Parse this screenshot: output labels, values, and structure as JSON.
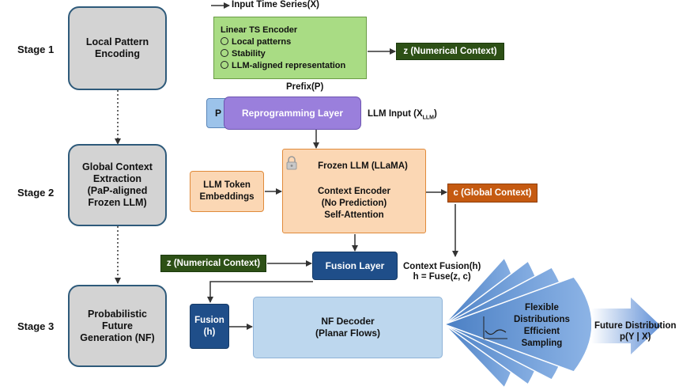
{
  "top_legend": "Input Time Series(X)",
  "stages": [
    {
      "label": "Stage 1",
      "box_lines": [
        "Local Pattern",
        "Encoding"
      ]
    },
    {
      "label": "Stage 2",
      "box_lines": [
        "Global Context",
        "Extraction",
        "(PaP-aligned",
        "Frozen LLM)"
      ]
    },
    {
      "label": "Stage 3",
      "box_lines": [
        "Probabilistic",
        "Future",
        "Generation (NF)"
      ]
    }
  ],
  "encoder": {
    "title": "Linear TS Encoder",
    "bullets": [
      "Local patterns",
      "Stability",
      "LLM-aligned representation"
    ]
  },
  "z_context": "z (Numerical Context)",
  "prefix": "Prefix(P)",
  "p_label": "P",
  "reprogramming": "Reprogramming Layer",
  "llm_input": "LLM Input (X",
  "llm_input_sub": "LLM",
  "llm_input_close": ")",
  "token_embeddings": [
    "LLM Token",
    "Embeddings"
  ],
  "frozen_llm": {
    "title": "Frozen LLM (LLaMA)",
    "lines": [
      "Context Encoder",
      "(No Prediction)",
      "Self-Attention"
    ]
  },
  "c_context": "c (Global Context)",
  "z_context_2": "z (Numerical Context)",
  "fusion_layer": "Fusion Layer",
  "context_fusion": [
    "Context Fusion(h)",
    "h = Fuse(z, c)"
  ],
  "fusion_h": [
    "Fusion",
    "(h)"
  ],
  "nf_decoder": [
    "NF Decoder",
    "(Planar Flows)"
  ],
  "fan_text": [
    "Flexible",
    "Distributions",
    "Efficient",
    "Sampling"
  ],
  "future": [
    "Future Distribution",
    "p(Y | X)"
  ]
}
